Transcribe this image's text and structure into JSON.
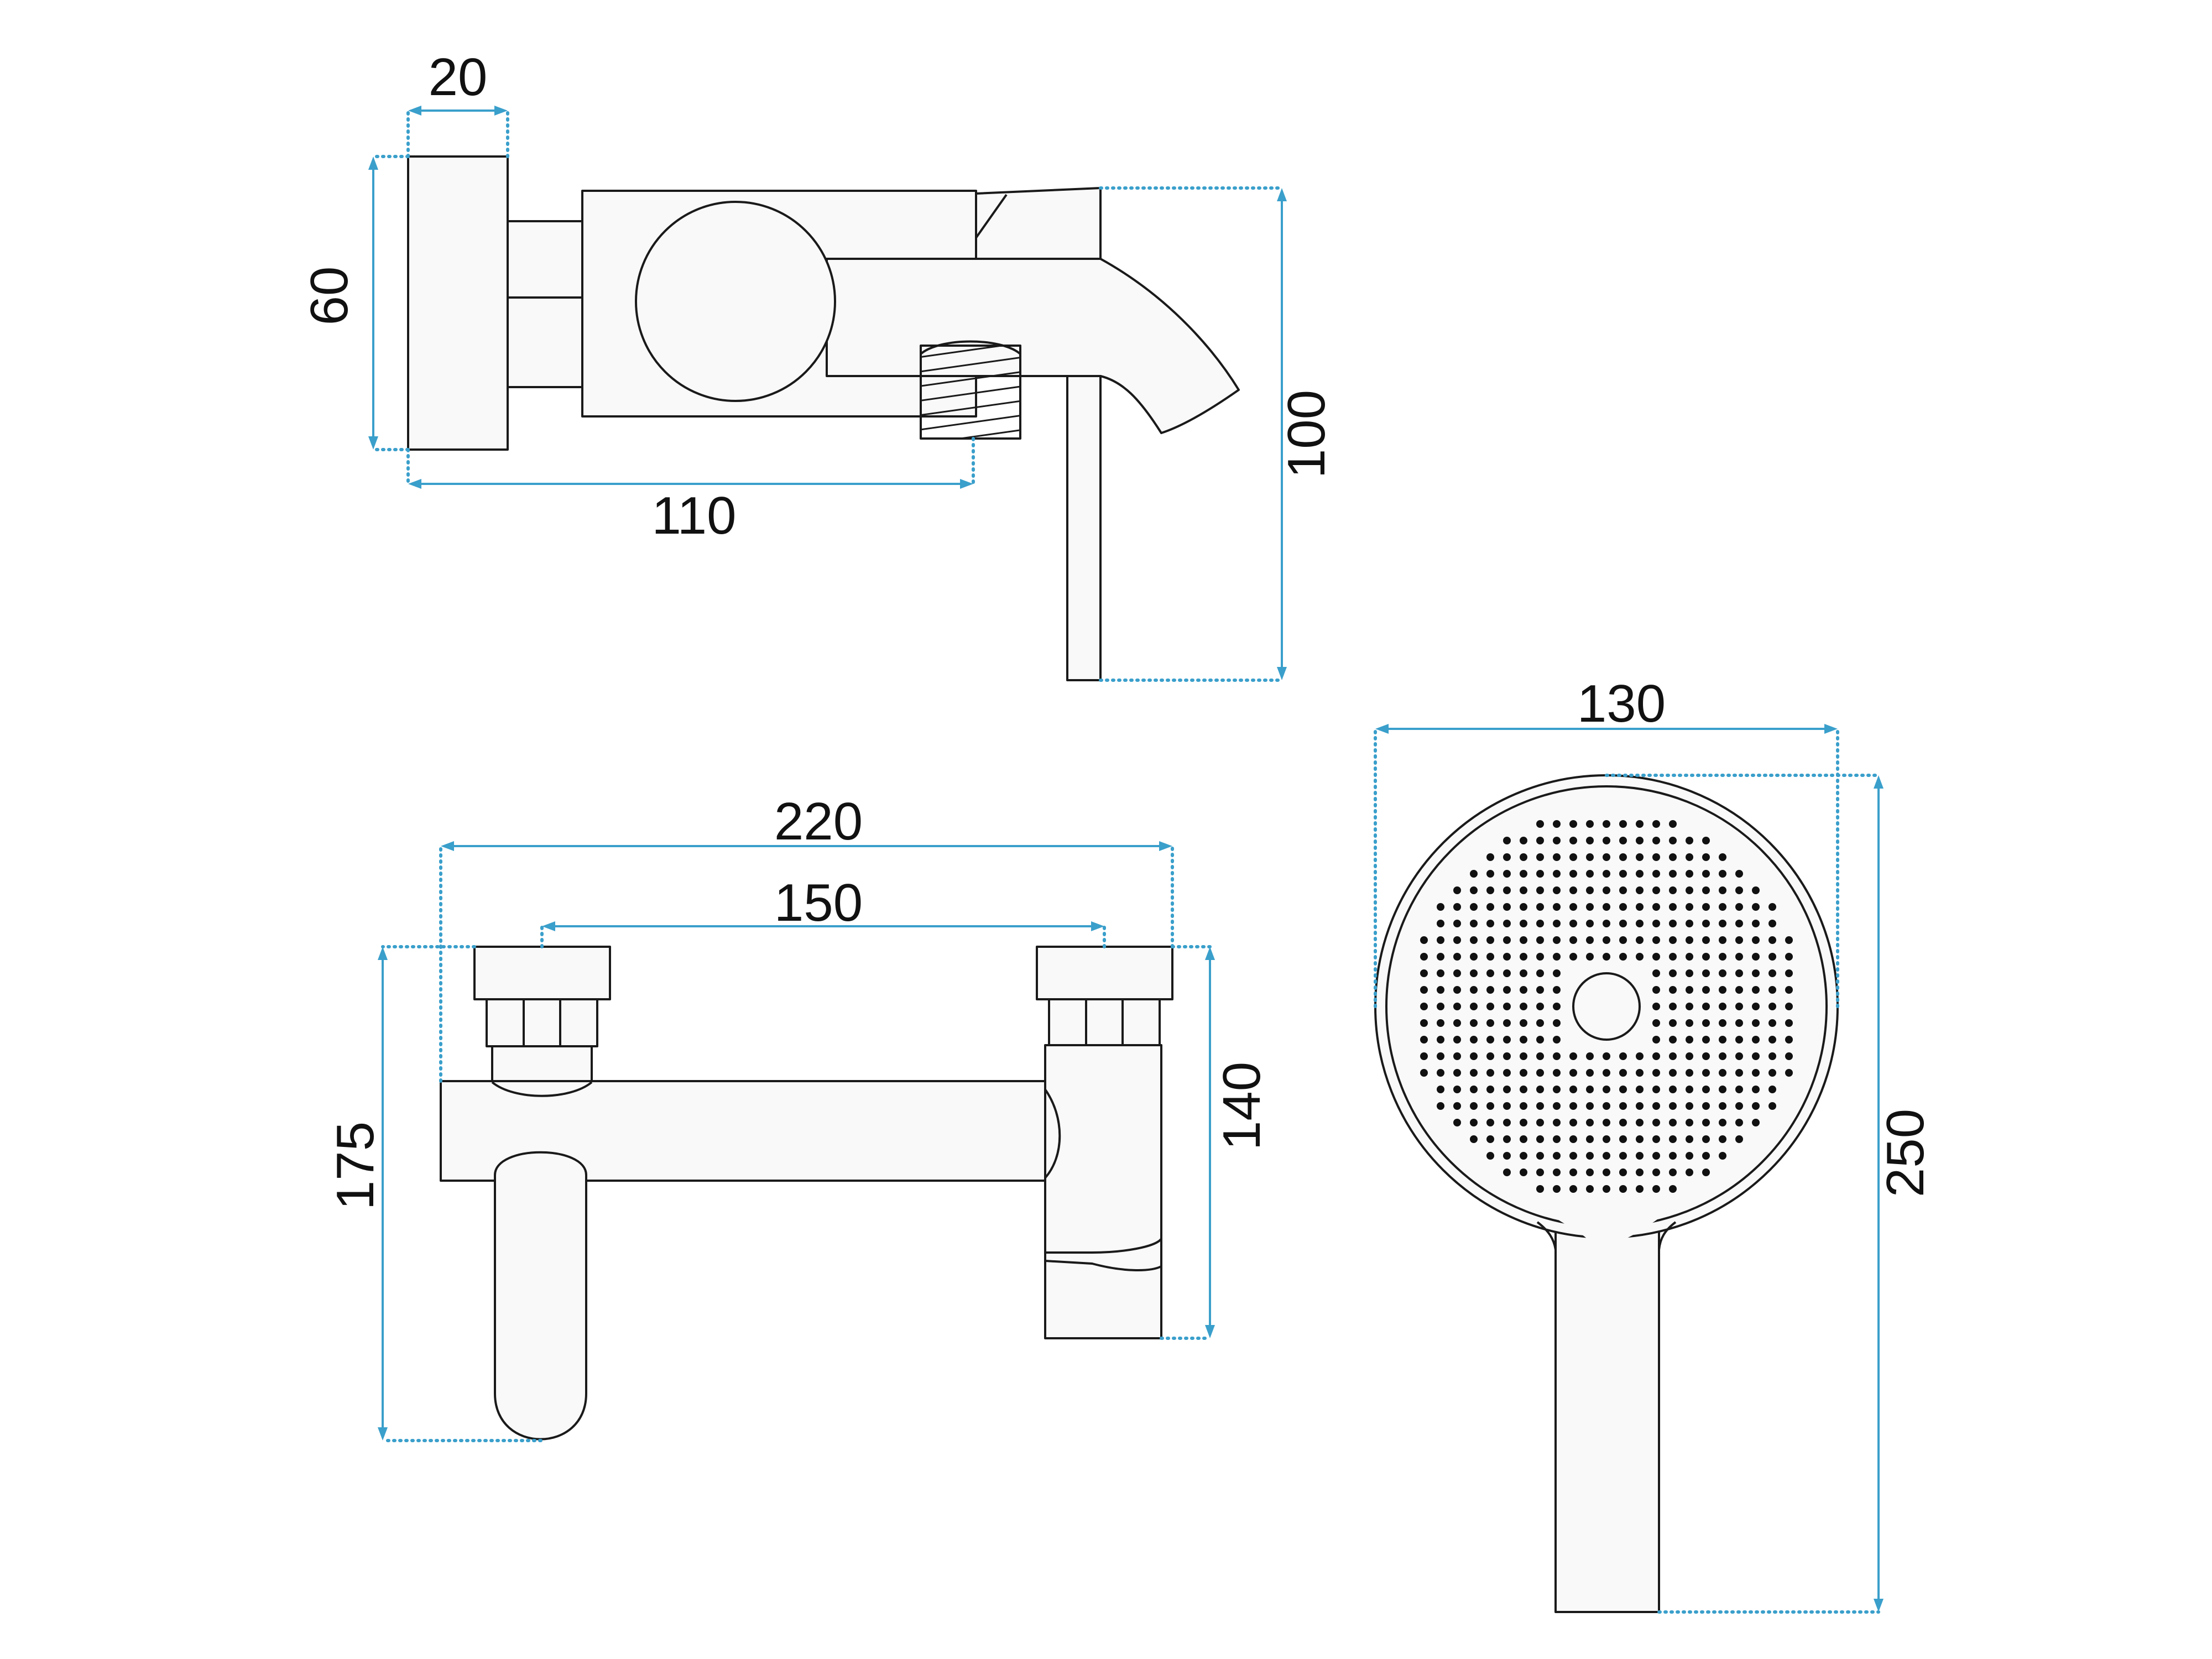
{
  "colors": {
    "outline": "#1a1a1a",
    "fill": "#f9f9f9",
    "dimension": "#3a9fcb"
  },
  "dimensions": {
    "side_view": {
      "plate_thickness": "20",
      "plate_height": "60",
      "projection": "110",
      "total_height": "100"
    },
    "front_view": {
      "total_width": "220",
      "connection_spacing": "150",
      "total_height": "175",
      "right_height": "140"
    },
    "hand_shower": {
      "head_diameter": "130",
      "total_length": "250"
    }
  }
}
